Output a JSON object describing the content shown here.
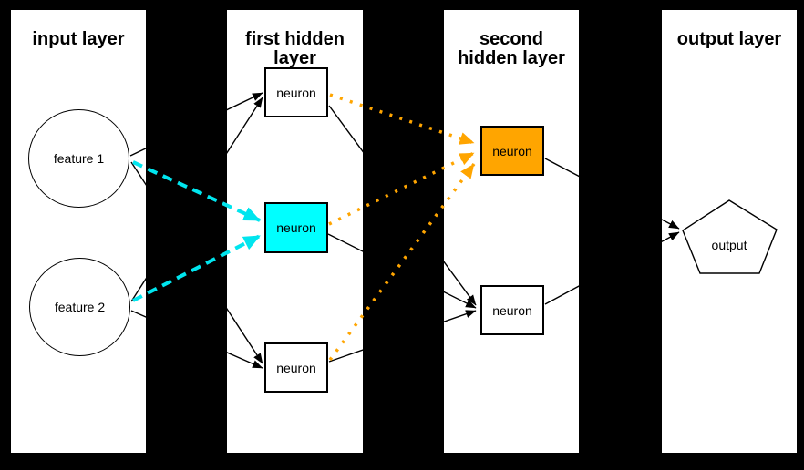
{
  "layers": [
    {
      "title_lines": {
        "0": "input layer"
      }
    },
    {
      "title_lines": {
        "0": "first hidden",
        "1": "layer"
      }
    },
    {
      "title_lines": {
        "0": "second",
        "1": "hidden layer"
      }
    },
    {
      "title_lines": {
        "0": "output layer"
      }
    }
  ],
  "nodes": {
    "feature1": {
      "label": "feature 1",
      "shape": "circle"
    },
    "feature2": {
      "label": "feature 2",
      "shape": "circle"
    },
    "h1_top": {
      "label": "neuron",
      "shape": "rect",
      "fill": "#ffffff"
    },
    "h1_mid": {
      "label": "neuron",
      "shape": "rect",
      "fill": "#00ffff"
    },
    "h1_bot": {
      "label": "neuron",
      "shape": "rect",
      "fill": "#ffffff"
    },
    "h2_top": {
      "label": "neuron",
      "shape": "rect",
      "fill": "#ffa500"
    },
    "h2_bot": {
      "label": "neuron",
      "shape": "rect",
      "fill": "#ffffff"
    },
    "output": {
      "label": "output",
      "shape": "pentagon",
      "fill": "#ffffff"
    }
  },
  "colors": {
    "background": "#000000",
    "panel": "#ffffff",
    "edge": "#000000",
    "cyan_fill": "#00ffff",
    "cyan_arrow": "#00e5ee",
    "orange": "#ffa500"
  }
}
